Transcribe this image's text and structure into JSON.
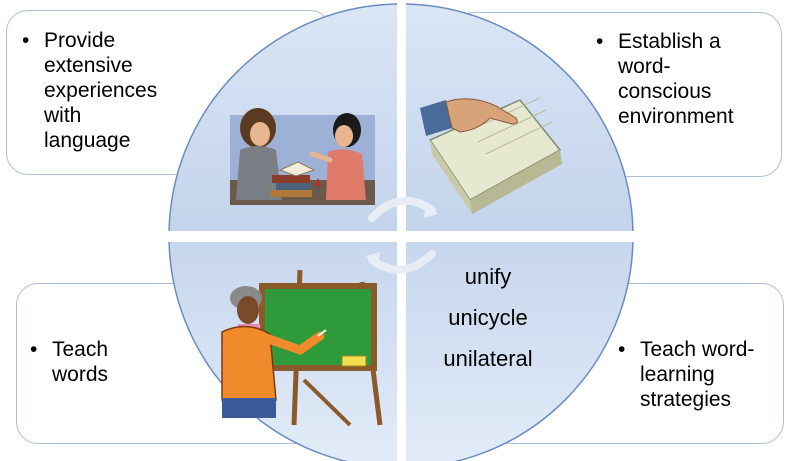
{
  "quadrants": {
    "top_left": {
      "lines": [
        "Provide",
        "extensive",
        "experiences",
        "with",
        "language"
      ]
    },
    "top_right": {
      "lines": [
        "Establish a",
        "word-",
        "conscious",
        "environment"
      ]
    },
    "bottom_left": {
      "lines": [
        "Teach",
        "words"
      ]
    },
    "bottom_right": {
      "lines": [
        "Teach word-",
        "learning",
        "strategies"
      ]
    }
  },
  "center_words": {
    "word_1": "unify",
    "word_2": "unicycle",
    "word_3": "unilateral"
  },
  "colors": {
    "box_border": "#a9bfd8",
    "circle_edge": "#6a8cc0",
    "circle_light": "#dbe6f5",
    "circle_dark": "#a9c0e2"
  },
  "icons": {
    "top_left": "two-women-talking-with-books-icon",
    "top_right": "hand-on-open-book-icon",
    "bottom_left": "teacher-at-chalkboard-icon",
    "center": "circular-arrows-icon"
  }
}
